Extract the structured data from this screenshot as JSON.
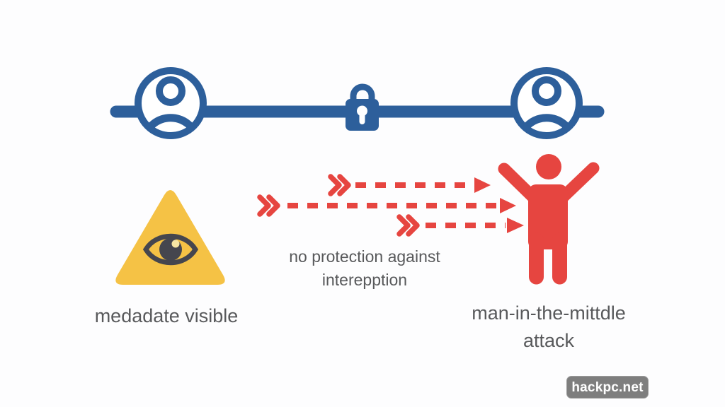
{
  "labels": {
    "no_protection_line1": "no protection against",
    "no_protection_line2": "interepption",
    "metadata_visible": "medadate visible",
    "mitm_line1": "man-in-the-mittdle",
    "mitm_line2": "attack"
  },
  "watermark": {
    "text": "hackpc.net"
  },
  "icons": {
    "left_endpoint": "user-icon",
    "right_endpoint": "user-icon",
    "connection_center": "padlock-icon",
    "warning": "warning-triangle-eye-icon",
    "attacker": "attacker-figure-icon",
    "interception": "red-dashed-arrow-icon (x3)"
  },
  "colors": {
    "blue": "#2d5f9b",
    "red": "#e64540",
    "yellow": "#f5c245",
    "eye_dark": "#45464e",
    "eye_highlight": "#f7e6a4",
    "text_gray": "#58595b",
    "watermark_bg": "#7e7e7e",
    "background": "#fdfdfe"
  }
}
